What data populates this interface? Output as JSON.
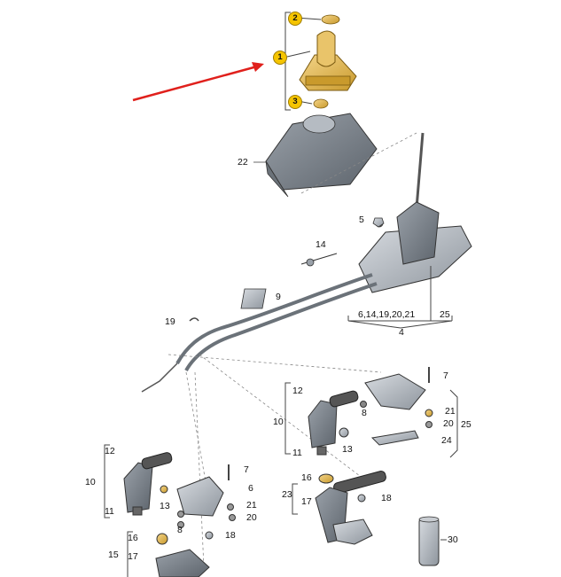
{
  "highlight_color": "#f5c400",
  "arrow_color": "#e0201c",
  "labels": {
    "c1": "1",
    "c2": "2",
    "c3": "3",
    "p22": "22",
    "p5": "5",
    "p14": "14",
    "p9": "9",
    "p19": "19",
    "group_list": "6,14,19,20,21",
    "p25a": "25",
    "p4": "4",
    "r12": "12",
    "r10": "10",
    "r8": "8",
    "r11": "11",
    "r13": "13",
    "r7": "7",
    "r21": "21",
    "r20": "20",
    "r25": "25",
    "r24": "24",
    "l12": "12",
    "l10": "10",
    "l11": "11",
    "l13": "13",
    "l7": "7",
    "l6": "6",
    "l21": "21",
    "l20": "20",
    "l8": "8",
    "l16": "16",
    "l15": "15",
    "l17": "17",
    "l18": "18",
    "m16": "16",
    "m23": "23",
    "m17": "17",
    "m18": "18",
    "m30": "30"
  }
}
